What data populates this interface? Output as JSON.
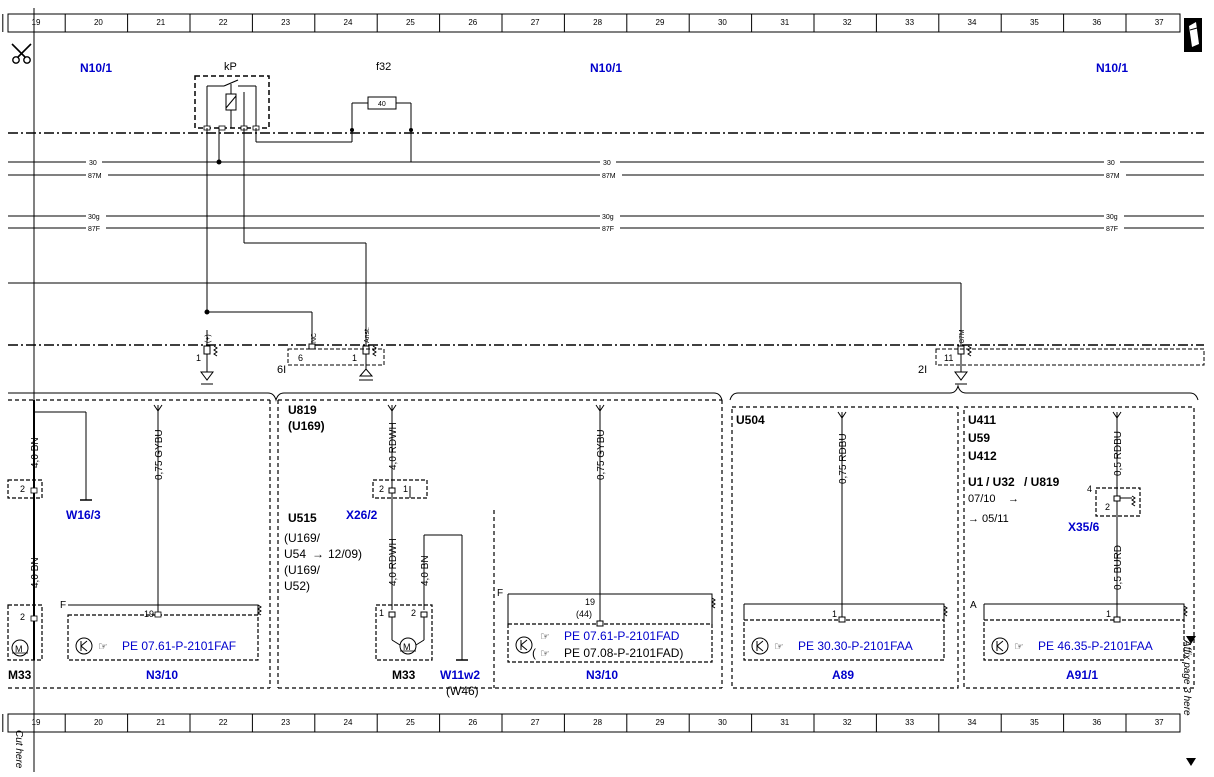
{
  "diagram": {
    "ruler_numbers": [
      "19",
      "20",
      "21",
      "22",
      "23",
      "24",
      "25",
      "26",
      "27",
      "28",
      "29",
      "30",
      "31",
      "32",
      "33",
      "34",
      "35",
      "36",
      "37"
    ],
    "cut_here": "Cut here",
    "affix_note": "Affix page 3 here",
    "top": {
      "n10_left": "N10/1",
      "n10_mid": "N10/1",
      "n10_right": "N10/1",
      "relay_label": "kP",
      "fuse_label": "f32",
      "fuse_value": "40"
    },
    "buses": {
      "l30_a": "30",
      "l30_b": "30",
      "l30_c": "30",
      "l87m_a": "87M",
      "l87m_b": "87M",
      "l87m_c": "87M",
      "l30g_a": "30g",
      "l30g_b": "30g",
      "l30g_c": "30g",
      "l87f_a": "87F",
      "l87f_b": "87F",
      "l87f_c": "87F"
    },
    "connectors": {
      "pin_plus": "(+)",
      "pin_nc": "NC",
      "pin_anst": "Anst.",
      "pin_87m": "87M",
      "pin_1a": "1",
      "pin_6": "6",
      "pin_1b": "1",
      "pin_11": "11",
      "group_6i": "6I",
      "group_2i": "2I"
    },
    "panels": {
      "p1": {
        "wire_bn_top": "4,0 BN",
        "wire_bn_bottom": "4,0 BN",
        "pin_2a": "2",
        "pin_2b": "2",
        "w16": "W16/3",
        "m_symbol": "M",
        "m33_left": "M33",
        "wire_gybu": "0,75 GYBU",
        "pin_f": "F",
        "pin_19": "19",
        "pe_ref": "PE 07.61-P-2101FAF",
        "n3_10": "N3/10"
      },
      "p2": {
        "u819": "U819",
        "u169": "(U169)",
        "u515": "U515",
        "u169b": "(U169/",
        "u54": "U54",
        "date_1209": "12/09)",
        "u169c": "(U169/",
        "u52": "U52)",
        "wire_rdwh_top": "4,0 RDWH",
        "x26": "X26/2",
        "pin_2": "2",
        "pin_1": "1",
        "wire_rdwh_bottom": "4,0 RDWH",
        "wire_bn": "4,0 BN",
        "pin_1m": "1",
        "pin_2m": "2",
        "m_symbol": "M",
        "m33": "M33",
        "w11": "W11w2",
        "w46": "(W46)"
      },
      "p3": {
        "wire_gybu": "0,75 GYBU",
        "pin_f": "F",
        "pin_19": "19",
        "pin_44": "(44)",
        "pe_ref1": "PE 07.61-P-2101FAD",
        "pe_ref2": "PE 07.08-P-2101FAD)",
        "n3_10": "N3/10"
      },
      "p4": {
        "u504": "U504",
        "wire_rdbu": "0,75 RDBU",
        "pin_1": "1",
        "pe_ref": "PE 30.30-P-2101FAA",
        "a89": "A89"
      },
      "p5": {
        "u411": "U411",
        "u59": "U59",
        "u412": "U412",
        "u1": "U1",
        "u32": "/ U32",
        "u819": "/ U819",
        "date_0710": "07/10",
        "date_0511": "05/11",
        "wire_rdbu": "0,5 RDBU",
        "pin_4": "4",
        "pin_2": "2",
        "x35": "X35/6",
        "wire_burd": "0,5 BURD",
        "pin_a": "A",
        "pin_1": "1",
        "pe_ref": "PE 46.35-P-2101FAA",
        "a91": "A91/1"
      }
    }
  }
}
